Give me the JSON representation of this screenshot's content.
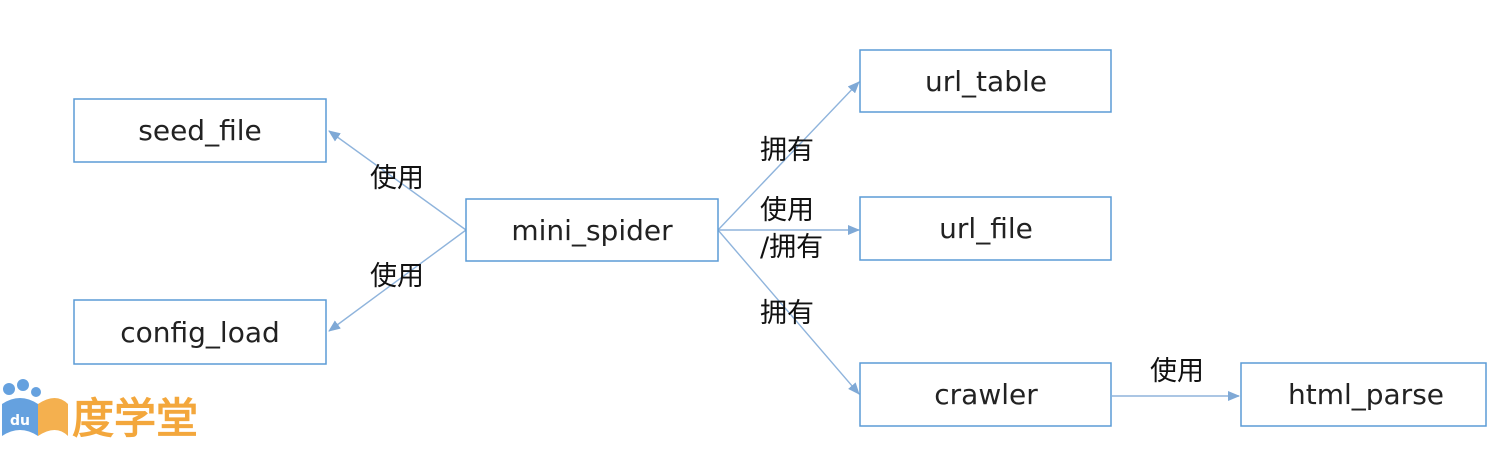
{
  "nodes": {
    "mini_spider": "mini_spider",
    "seed_file": "seed_file",
    "config_load": "config_load",
    "url_table": "url_table",
    "url_file": "url_file",
    "crawler": "crawler",
    "html_parse": "html_parse"
  },
  "edges": {
    "to_seed_file": "使用",
    "to_config_load": "使用",
    "to_url_table": "拥有",
    "to_url_file_line1": "使用",
    "to_url_file_line2": "/拥有",
    "to_crawler": "拥有",
    "crawler_to_html_parse": "使用"
  },
  "logo": {
    "badge_text": "du",
    "text": "度学堂"
  },
  "colors": {
    "box_border": "#5b9bd5",
    "arrow": "#8fb4dc",
    "logo": "#f3a73c"
  }
}
